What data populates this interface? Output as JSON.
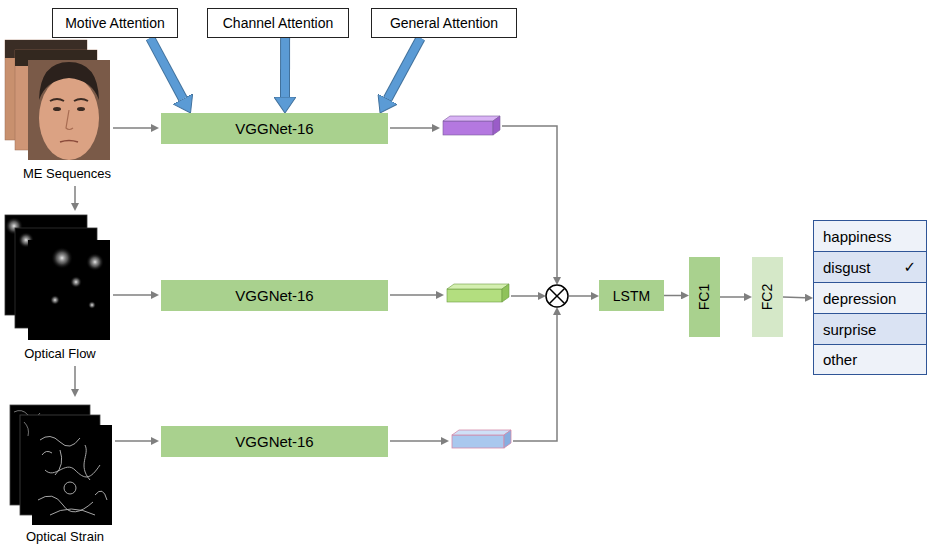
{
  "diagram": {
    "nodes": [
      {
        "text": [
          "Motive Attention"
        ]
      },
      {
        "text": [
          "Channel Attention"
        ]
      },
      {
        "text": [
          "General Attention"
        ]
      },
      {
        "text": [
          "VGGNet-16"
        ]
      },
      {
        "text": [
          "VGGNet-16"
        ]
      },
      {
        "text": [
          "VGGNet-16"
        ]
      },
      {
        "text": [
          "LSTM"
        ]
      },
      {
        "text": [
          "FC1"
        ]
      },
      {
        "text": [
          "FC2"
        ]
      },
      {
        "text": [
          "happiness"
        ]
      },
      {
        "text": [
          "disgust",
          "✓"
        ]
      },
      {
        "text": [
          "depression"
        ]
      },
      {
        "text": [
          "surprise"
        ]
      },
      {
        "text": [
          "other"
        ]
      }
    ],
    "edges": [
      {
        "from": 0,
        "to": 3,
        "arrow": "to"
      },
      {
        "from": 1,
        "to": 3,
        "arrow": "to"
      },
      {
        "from": 2,
        "to": 3,
        "arrow": "to"
      },
      {
        "from": 6,
        "to": 7,
        "arrow": "to"
      },
      {
        "from": 7,
        "to": 8,
        "arrow": "to"
      },
      {
        "from": 8,
        "to": 11,
        "arrow": "to"
      }
    ],
    "labels": [
      "ME Sequences",
      "Optical Flow",
      "Optical Strain"
    ]
  }
}
